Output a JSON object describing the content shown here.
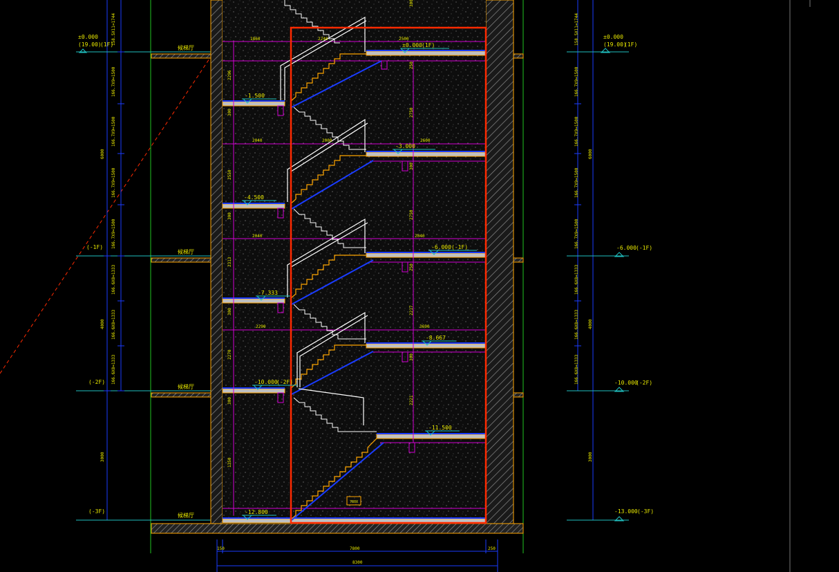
{
  "colors": {
    "background": "#000000",
    "wall_fill": "#5a5a5a",
    "wall_line": "#ffa500",
    "section_frame": "#ff2a00",
    "dimension": "#1a3cff",
    "green_axis": "#22c522",
    "magenta_line": "#d400d4",
    "stair_white": "#ffffff",
    "cyan_line": "#20c0c0",
    "yellow_text": "#e8e800",
    "dashed_red": "#ff2a00"
  },
  "left_levels": {
    "top_elev": "±0.000",
    "top_alt": "(19.00)",
    "top_floor": "(1F)",
    "b1": "(-1F)",
    "b2": "(-2F)",
    "b3": "(-3F)"
  },
  "right_levels": {
    "top_elev": "±0.000",
    "top_alt": "(19.00)",
    "top_floor": "(1F)",
    "b1_elev": "-6.000",
    "b1_floor": "(-1F)",
    "b2_elev": "-10.000",
    "b2_floor": "(-2F)",
    "b3_elev": "-13.000",
    "b3_floor": "(-3F)"
  },
  "left_dims": {
    "seg1": "158.5X11=1744",
    "seg2": "166.7X9=1500",
    "seg3": "166.7X9=1500",
    "seg4": "166.7X9=1500",
    "seg5": "166.7X9=1500",
    "seg6": "166.6X8=1333",
    "seg7": "166.6X8=1333",
    "seg8": "166.6X8=1333",
    "total_a": "6000",
    "total_b": "4000",
    "total_c": "3000"
  },
  "right_dims": {
    "seg1": "158.5X11=1744",
    "seg2": "166.7X9=1500",
    "seg3": "166.7X9=1500",
    "seg4": "166.7X9=1500",
    "seg5": "166.7X9=1500",
    "seg6": "166.6X8=1333",
    "seg7": "166.6X8=1333",
    "seg8": "166.6X8=1333",
    "total_a": "6000",
    "total_b": "4000",
    "total_c": "3000"
  },
  "room_labels": {
    "r1": "候梯厅",
    "r2": "候梯厅",
    "r3": "候梯厅",
    "r4": "候梯厅"
  },
  "stair_elevations": {
    "e0": "±0.000",
    "e0_floor": "(1F)",
    "e1": "-1.500",
    "e2": "-3.000",
    "e3": "-4.500",
    "e4": "-6.000",
    "e4_floor": "(-1F)",
    "e5": "-7.333",
    "e6": "-8.667",
    "e7": "-10.000",
    "e7_floor": "(-2F)",
    "e8": "-11.500",
    "e9": "-12.800"
  },
  "stair_dims": {
    "d1": "1860",
    "d2": "2240",
    "d3": "2500",
    "d4": "2040",
    "d5": "2000",
    "d6": "2600",
    "d7": "2040",
    "d8": "2040",
    "d9": "2290",
    "d10": "3690",
    "v1": "2296",
    "v2": "2750",
    "v3": "2550",
    "v4": "2750",
    "v5": "2313",
    "v6": "2217",
    "v7": "2270",
    "v8": "2221",
    "s1": "300",
    "s2": "300",
    "s3": "300",
    "s4": "300",
    "s5": "300",
    "s6": "300",
    "s7": "250",
    "s8": "250",
    "s9": "1350",
    "s10": "300",
    "tag": "780X"
  },
  "bottom_dims": {
    "left_small": "150",
    "mid": "7800",
    "right_small": "250",
    "total": "8300"
  }
}
